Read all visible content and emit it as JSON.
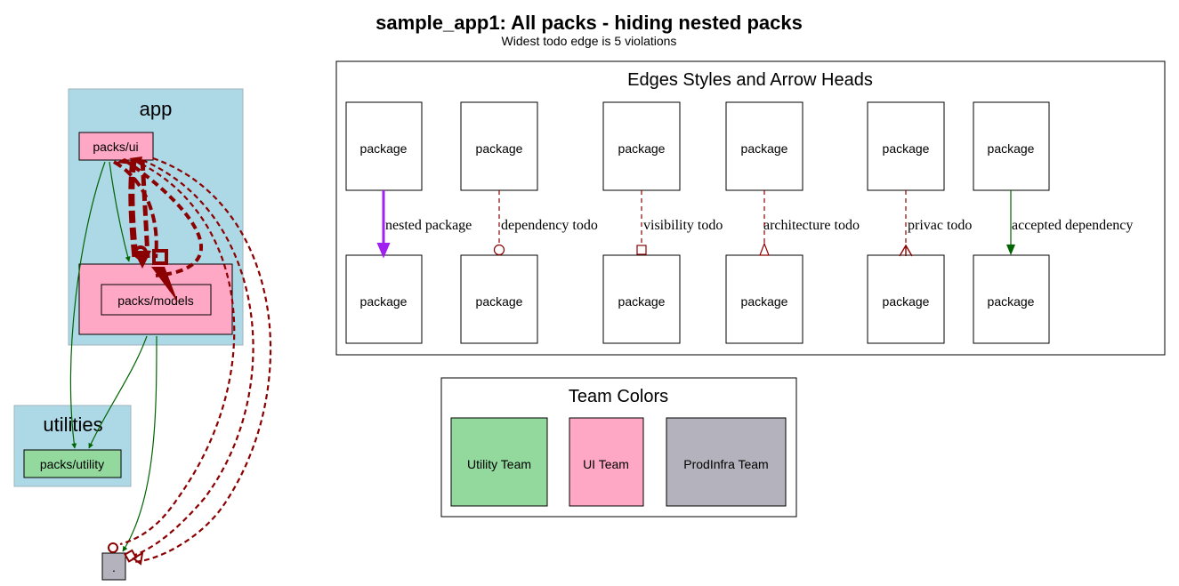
{
  "header": {
    "title": "sample_app1: All packs - hiding nested packs",
    "subtitle": "Widest todo edge is 5 violations"
  },
  "clusters": {
    "app": {
      "label": "app"
    },
    "utilities": {
      "label": "utilities"
    }
  },
  "nodes": {
    "ui": {
      "label": "packs/ui",
      "fill": "#ffa8c5"
    },
    "models": {
      "label": "packs/models",
      "fill": "#ffa8c5"
    },
    "utility": {
      "label": "packs/utility",
      "fill": "#93d99e"
    },
    "root": {
      "label": ".",
      "fill": "#b4b3bd"
    }
  },
  "edges_legend": {
    "title": "Edges Styles and Arrow Heads",
    "package_label": "package",
    "items": [
      {
        "label": "nested package",
        "color": "#a020f0",
        "style": "solid-bold",
        "head": "normal"
      },
      {
        "label": "dependency todo",
        "color": "#8b0000",
        "style": "dashed",
        "head": "odot"
      },
      {
        "label": "visibility todo",
        "color": "#8b0000",
        "style": "dashed",
        "head": "obox"
      },
      {
        "label": "architecture todo",
        "color": "#8b0000",
        "style": "dashed",
        "head": "onormal"
      },
      {
        "label": "privac todo",
        "color": "#8b0000",
        "style": "dashed",
        "head": "crow"
      },
      {
        "label": "accepted dependency",
        "color": "#006400",
        "style": "solid",
        "head": "normal"
      }
    ]
  },
  "team_legend": {
    "title": "Team Colors",
    "teams": [
      {
        "label": "Utility Team",
        "color": "#93d99e"
      },
      {
        "label": "UI Team",
        "color": "#ffa8c5"
      },
      {
        "label": "ProdInfra Team",
        "color": "#b4b3bd"
      }
    ]
  },
  "colors": {
    "cluster_fill": "#add8e6",
    "cluster_border": "#9fb4bf",
    "todo_edge": "#8b0000",
    "dependency_edge": "#006400",
    "nested_edge": "#a020f0"
  }
}
